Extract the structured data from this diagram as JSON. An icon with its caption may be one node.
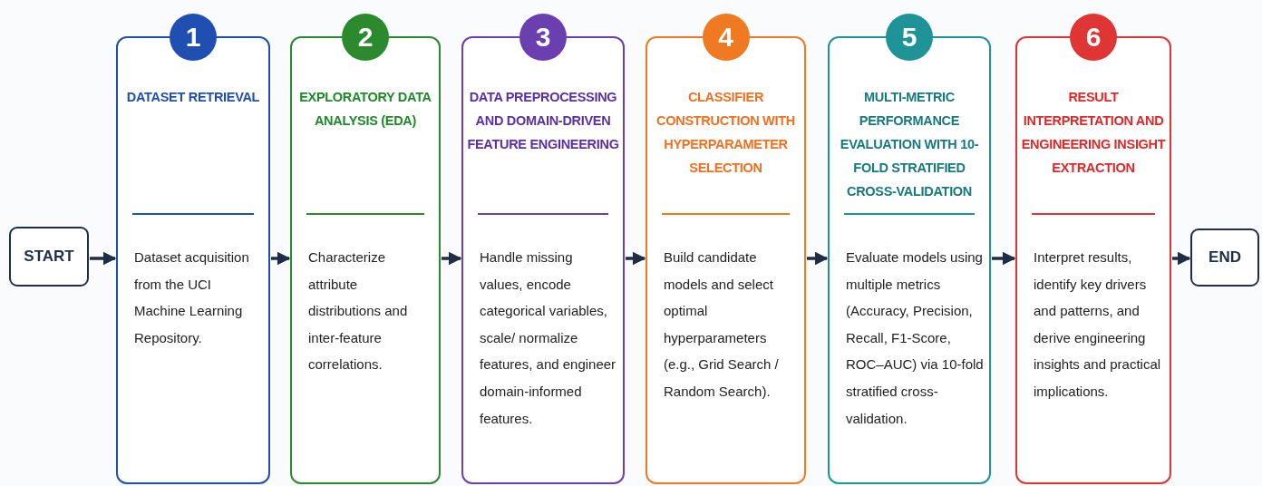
{
  "diagram": {
    "nodes": [
      {
        "text": [
          "START"
        ]
      },
      {
        "text": [
          "1",
          "DATASET RETRIEVAL",
          "Dataset acquisition from the UCI Machine Learning Repository."
        ]
      },
      {
        "text": [
          "2",
          "EXPLORATORY DATA ANALYSIS (EDA)",
          "Characterize attribute distributions and inter-feature correlations."
        ]
      },
      {
        "text": [
          "3",
          "DATA PREPROCESSING AND DOMAIN-DRIVEN FEATURE ENGINEERING",
          "Handle missing values, encode categorical variables, scale/ normalize features, and engineer domain-informed features."
        ]
      },
      {
        "text": [
          "4",
          "CLASSIFIER CONSTRUCTION WITH HYPERPARAMETER SELECTION",
          "Build candidate models and select optimal hyperparameters (e.g., Grid Search / Random Search)."
        ]
      },
      {
        "text": [
          "5",
          "MULTI-METRIC PERFORMANCE EVALUATION WITH 10-FOLD STRATIFIED CROSS-VALIDATION",
          "Evaluate models using multiple metrics (Accuracy, Precision, Recall, F1-Score, ROC–AUC) via 10-fold stratified cross-validation."
        ]
      },
      {
        "text": [
          "6",
          "RESULT INTERPRETATION AND ENGINEERING INSIGHT EXTRACTION",
          "Interpret results, identify key drivers and patterns, and derive engineering insights and practical implications."
        ]
      },
      {
        "text": [
          "END"
        ]
      }
    ],
    "edges": [
      {
        "from": 0,
        "to": 1,
        "arrow": "to"
      },
      {
        "from": 1,
        "to": 2,
        "arrow": "to"
      },
      {
        "from": 2,
        "to": 3,
        "arrow": "to"
      },
      {
        "from": 3,
        "to": 4,
        "arrow": "to"
      },
      {
        "from": 4,
        "to": 5,
        "arrow": "to"
      },
      {
        "from": 5,
        "to": 6,
        "arrow": "to"
      },
      {
        "from": 6,
        "to": 7,
        "arrow": "to"
      }
    ]
  }
}
